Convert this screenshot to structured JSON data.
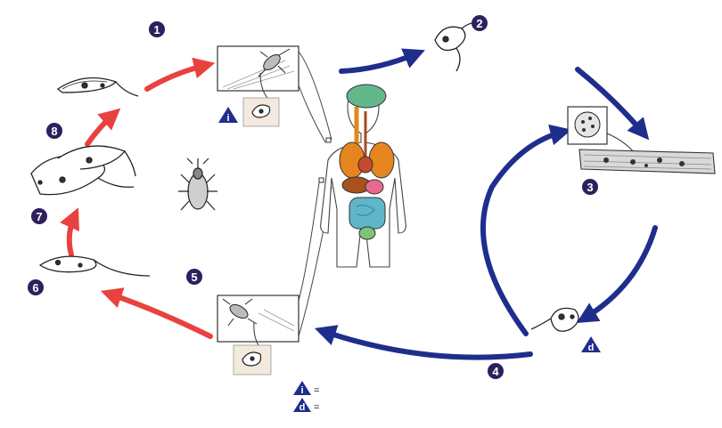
{
  "colors": {
    "insect_arrow": "#e8423f",
    "human_arrow": "#1f2d8c",
    "badge": "#2e1f5e",
    "triangle": "#1f2d8c",
    "outline": "#222222",
    "skin_box": "#f3e9dd"
  },
  "steps": [
    "1",
    "2",
    "3",
    "4",
    "5",
    "6",
    "7",
    "8"
  ],
  "stage_markers": {
    "infective": "i",
    "diagnostic": "d"
  },
  "legend": {
    "infective_eq": "=",
    "diagnostic_eq": "="
  },
  "icons": [
    "triatomine-bug-icon",
    "human-body-icon",
    "trypomastigote-icon",
    "amastigote-icon",
    "epimastigote-icon",
    "metacyclic-trypomastigote-icon"
  ]
}
